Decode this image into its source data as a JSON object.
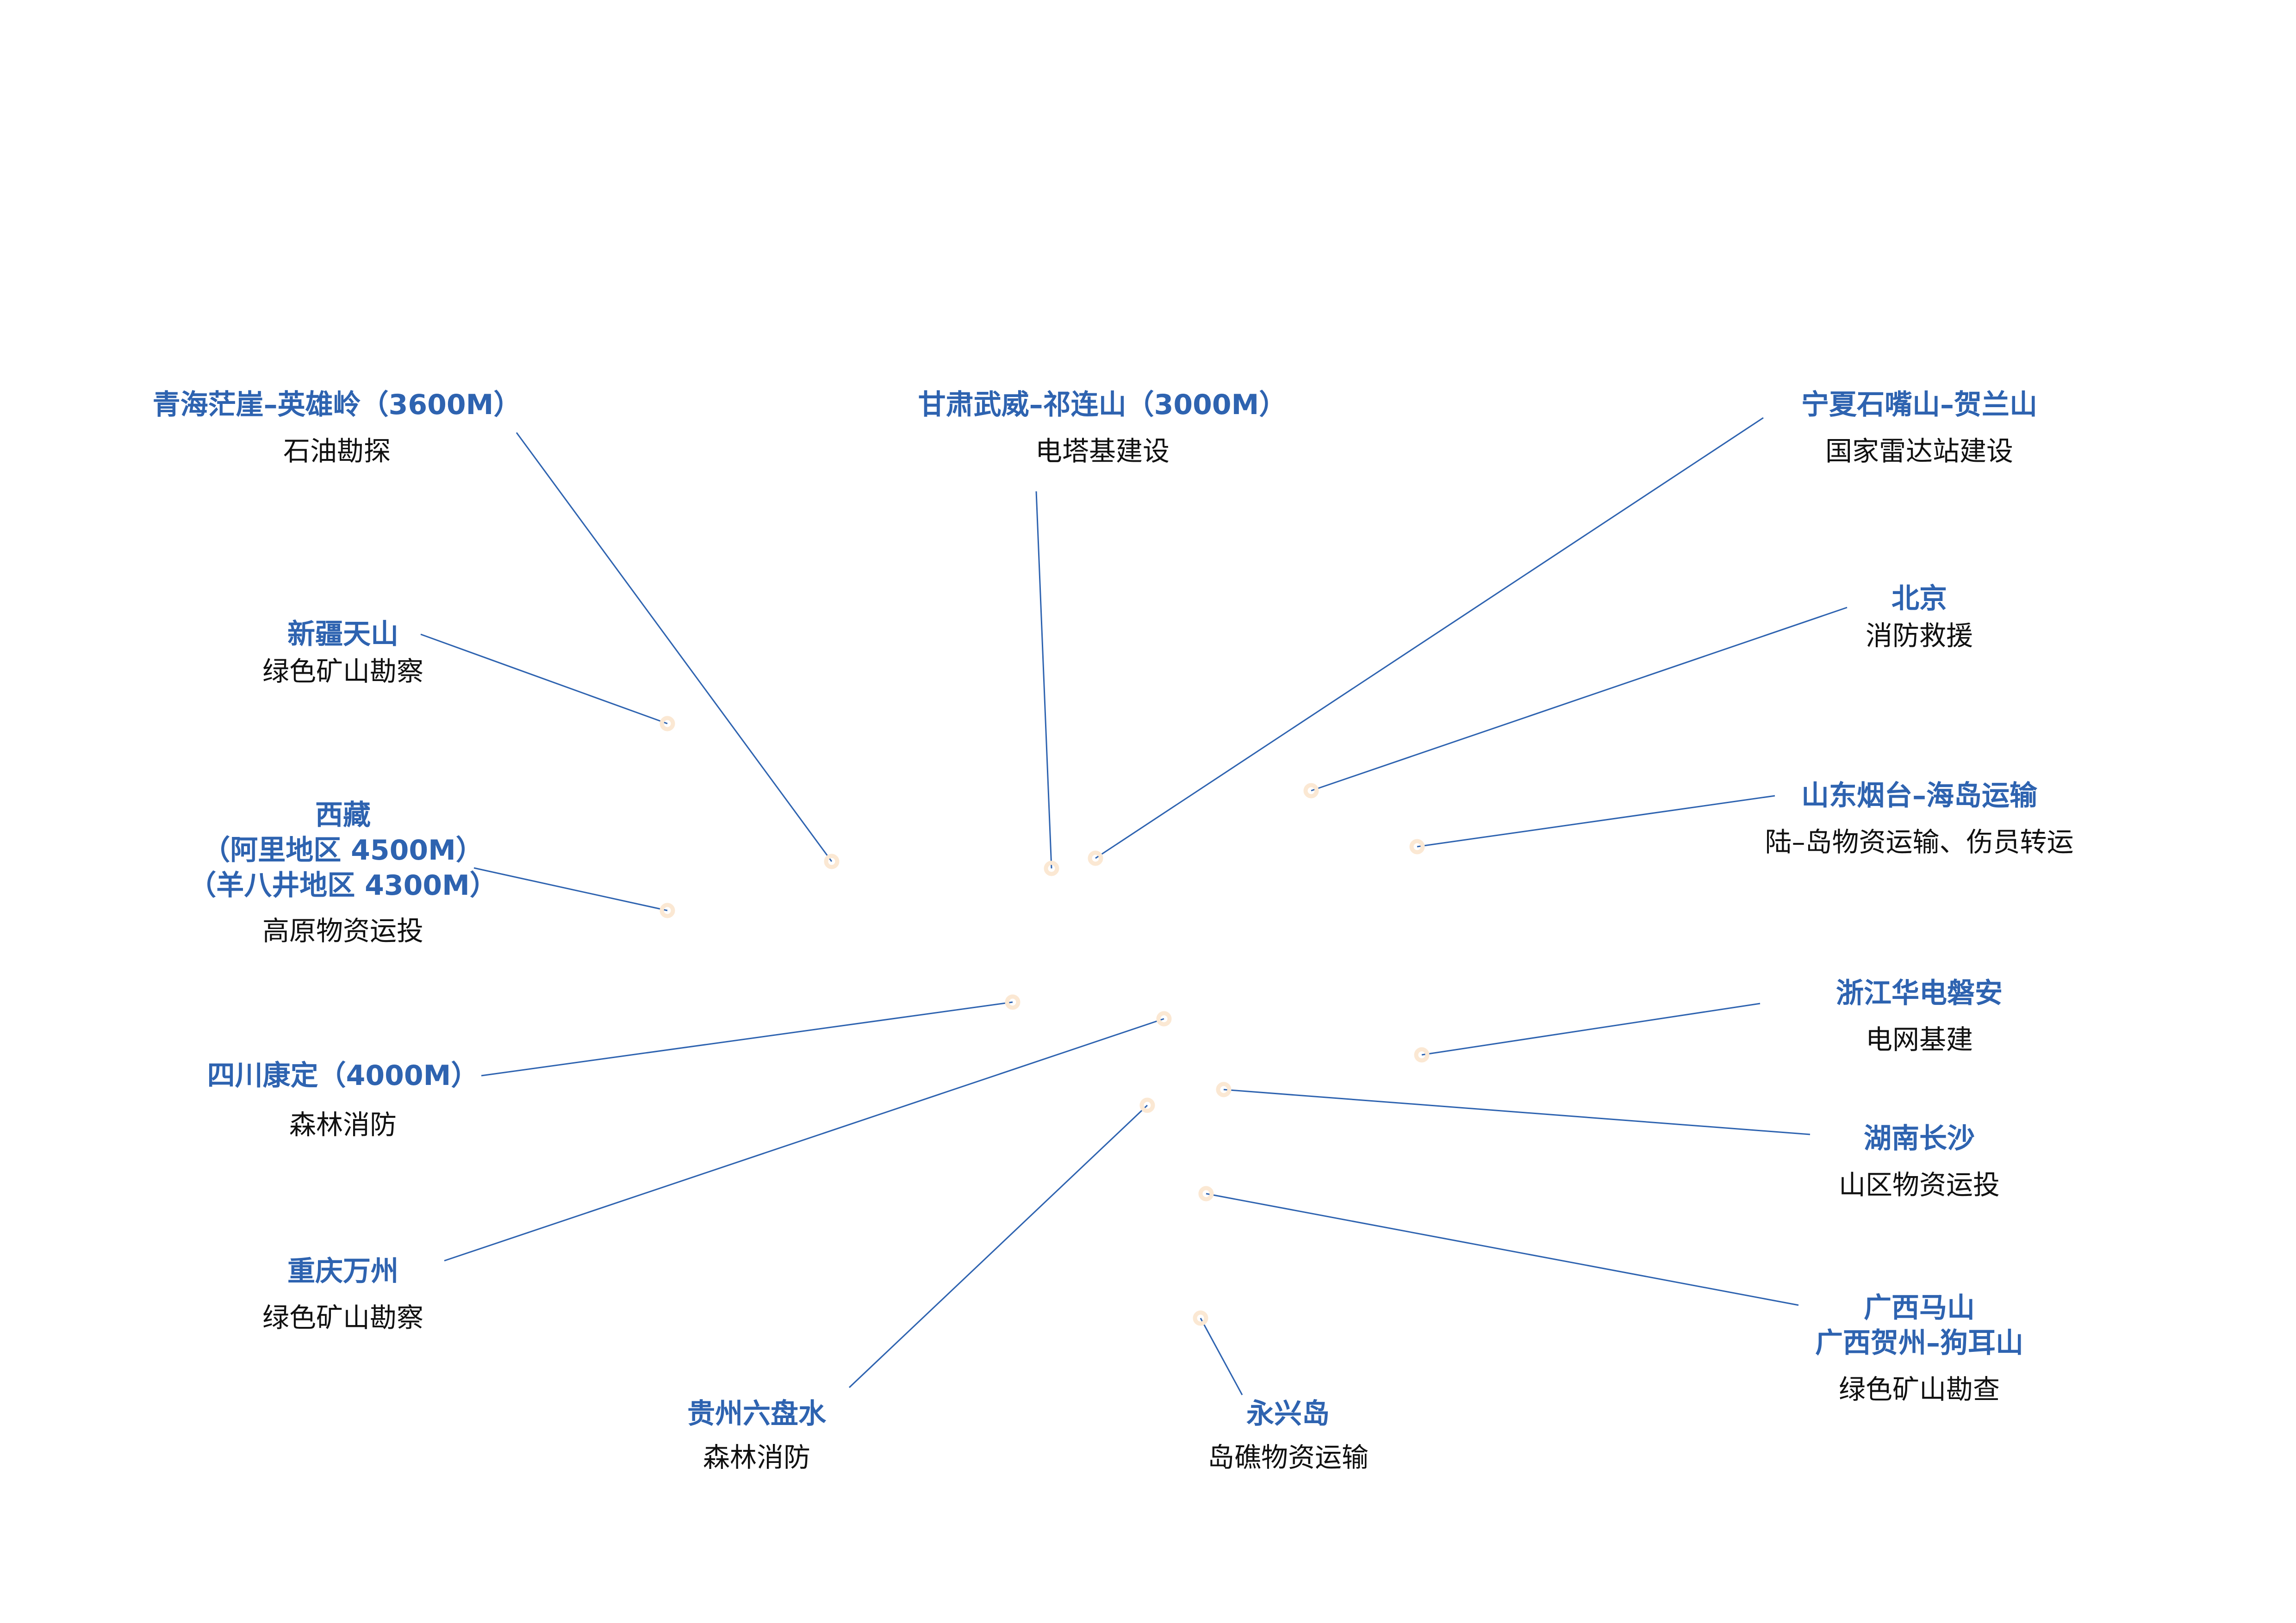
{
  "colors": {
    "title": "#2E63B0",
    "subtitle": "#111111",
    "connector": "#2E63B0",
    "marker": "#FBE8D3",
    "background": "#FFFFFF"
  },
  "sites": [
    {
      "id": "qinghai",
      "title_lines": [
        "青海茫崖–英雄岭（3600M）"
      ],
      "subtitle": "石油勘探"
    },
    {
      "id": "gansu",
      "title_lines": [
        "甘肃武威–祁连山（3000M）"
      ],
      "subtitle": "电塔基建设"
    },
    {
      "id": "ningxia",
      "title_lines": [
        "宁夏石嘴山–贺兰山"
      ],
      "subtitle": "国家雷达站建设"
    },
    {
      "id": "beijing",
      "title_lines": [
        "北京"
      ],
      "subtitle": "消防救援"
    },
    {
      "id": "xinjiang",
      "title_lines": [
        "新疆天山"
      ],
      "subtitle": "绿色矿山勘察"
    },
    {
      "id": "shandong",
      "title_lines": [
        "山东烟台–海岛运输"
      ],
      "subtitle": "陆–岛物资运输、伤员转运"
    },
    {
      "id": "tibet",
      "title_lines": [
        "西藏",
        "（阿里地区 4500M）",
        "（羊八井地区 4300M）"
      ],
      "subtitle": "高原物资运投"
    },
    {
      "id": "zhejiang",
      "title_lines": [
        "浙江华电磐安"
      ],
      "subtitle": "电网基建"
    },
    {
      "id": "sichuan",
      "title_lines": [
        "四川康定（4000M）"
      ],
      "subtitle": "森林消防"
    },
    {
      "id": "hunan",
      "title_lines": [
        "湖南长沙"
      ],
      "subtitle": "山区物资运投"
    },
    {
      "id": "chongqing",
      "title_lines": [
        "重庆万州"
      ],
      "subtitle": "绿色矿山勘察"
    },
    {
      "id": "guangxi",
      "title_lines": [
        "广西马山",
        "广西贺州–狗耳山"
      ],
      "subtitle": "绿色矿山勘查"
    },
    {
      "id": "guizhou",
      "title_lines": [
        "贵州六盘水"
      ],
      "subtitle": "森林消防"
    },
    {
      "id": "yongxing",
      "title_lines": [
        "永兴岛"
      ],
      "subtitle": "岛礁物资运输"
    }
  ]
}
